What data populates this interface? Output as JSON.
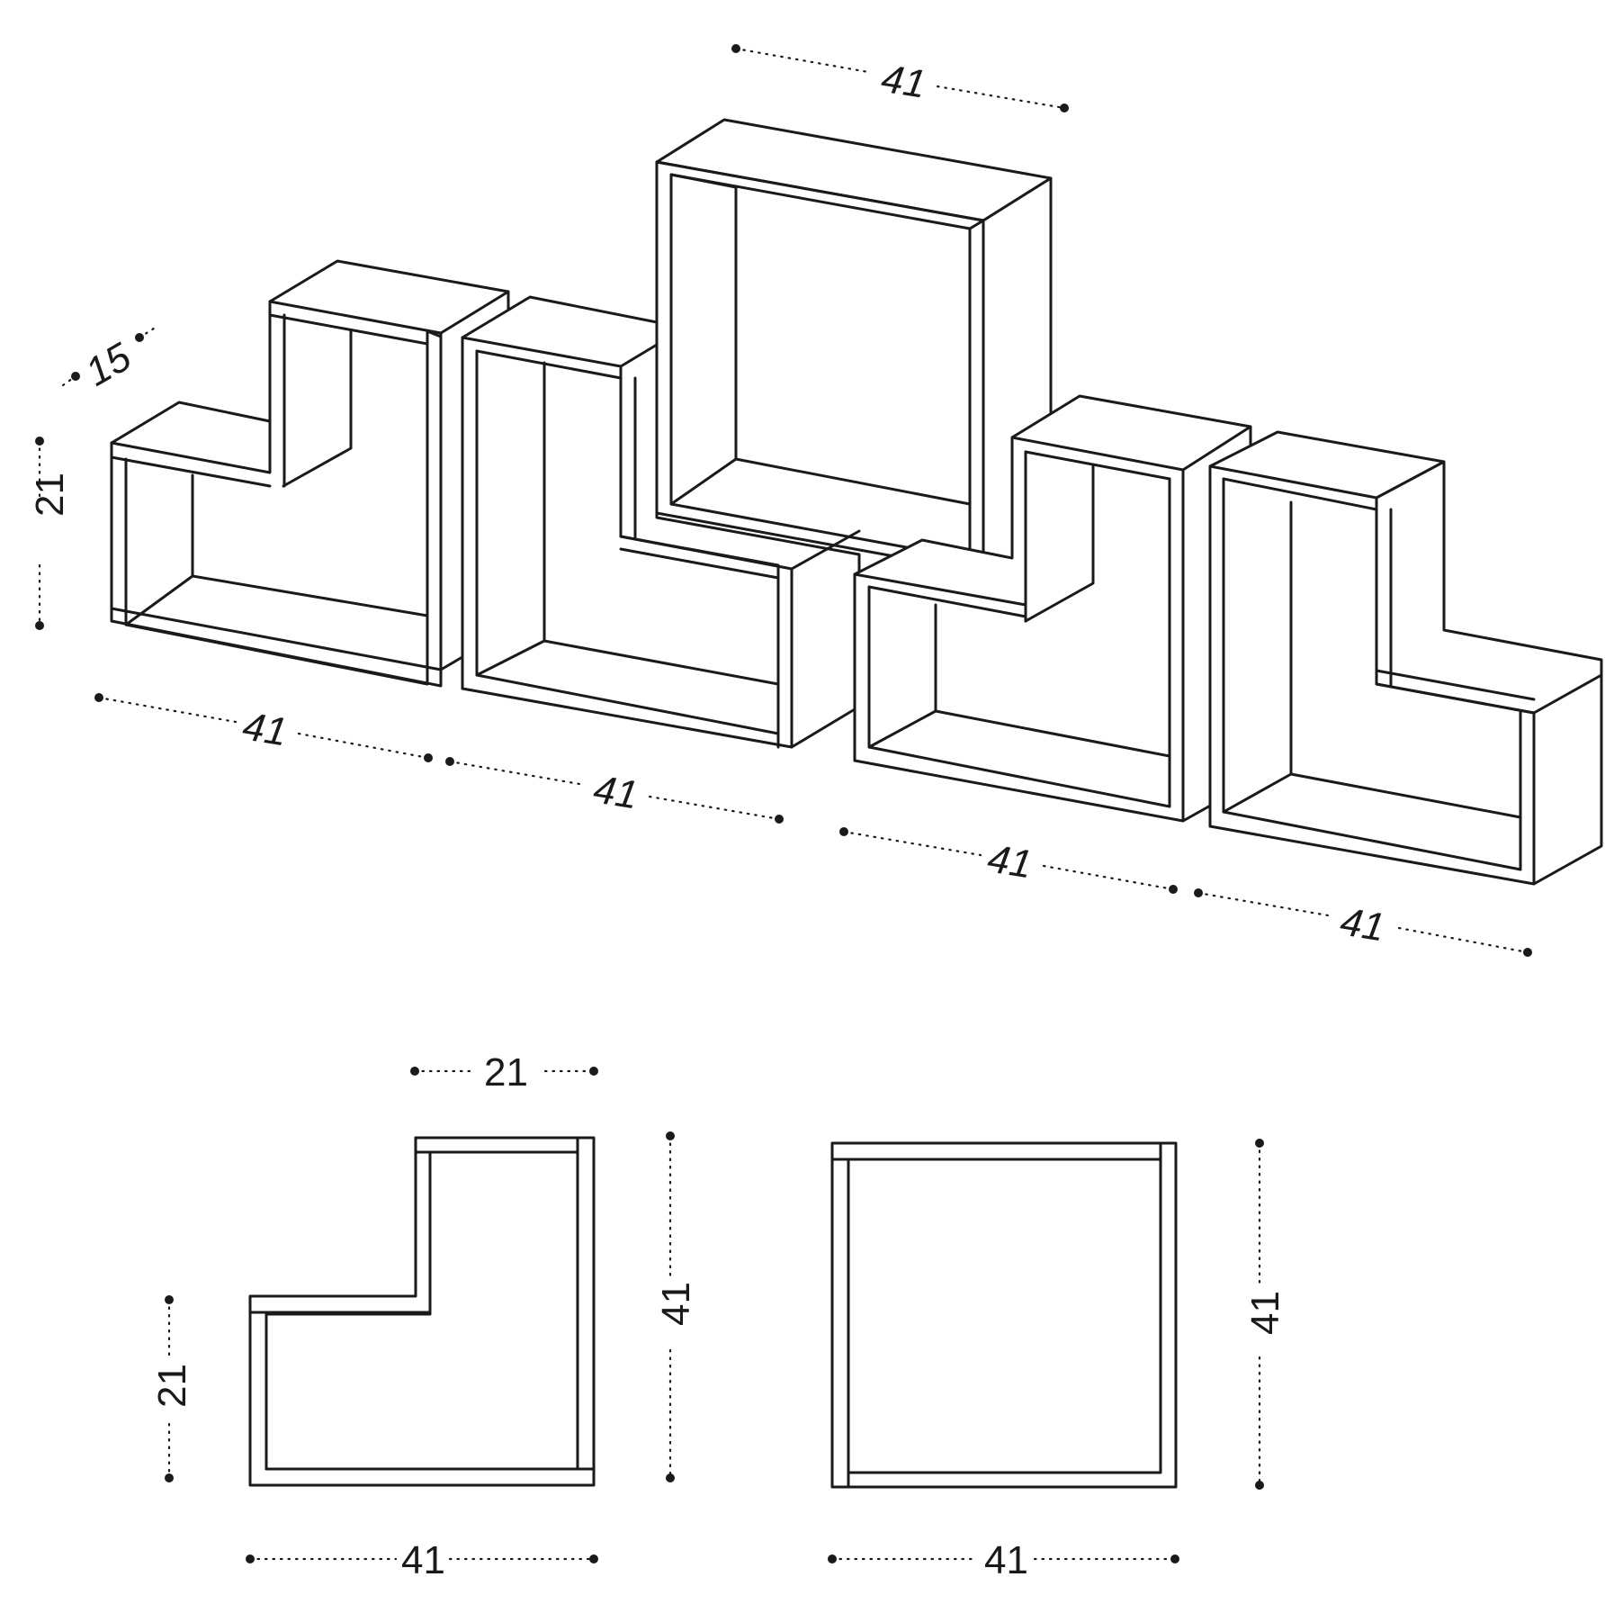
{
  "dimensions": {
    "isometric": {
      "depth": "15",
      "height": "21",
      "top_center_width": "41",
      "bottom_width_1": "41",
      "bottom_width_2": "41",
      "bottom_width_3": "41",
      "bottom_width_4": "41"
    },
    "l_front_view": {
      "top_width": "21",
      "total_height": "41",
      "low_height": "21",
      "total_width": "41"
    },
    "square_front_view": {
      "height": "41",
      "width": "41"
    }
  }
}
